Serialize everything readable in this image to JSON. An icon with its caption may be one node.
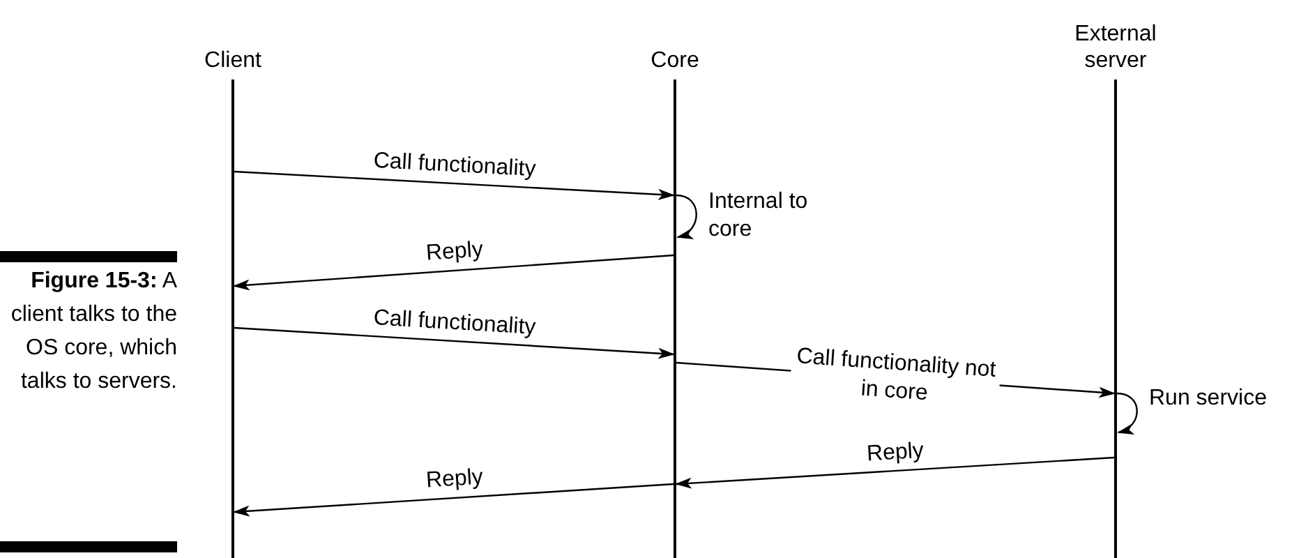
{
  "diagram": {
    "caption": "**Figure 15-3:** A client talks to the OS core, which talks to servers.",
    "nodes": [
      {
        "text": [
          "Client"
        ]
      },
      {
        "text": [
          "Core"
        ]
      },
      {
        "text": [
          "External server"
        ]
      }
    ],
    "edges": [
      {
        "from": 0,
        "to": 1,
        "arrow": "to",
        "label": "Call functionality"
      },
      {
        "from": 1,
        "to": 1,
        "arrow": "to",
        "label": "Internal to core"
      },
      {
        "from": 1,
        "to": 0,
        "arrow": "to",
        "label": "Reply"
      },
      {
        "from": 0,
        "to": 1,
        "arrow": "to",
        "label": "Call functionality"
      },
      {
        "from": 1,
        "to": 2,
        "arrow": "to",
        "label": "Call functionality not in core"
      },
      {
        "from": 2,
        "to": 2,
        "arrow": "to",
        "label": "Run service"
      },
      {
        "from": 2,
        "to": 1,
        "arrow": "to",
        "label": "Reply"
      },
      {
        "from": 1,
        "to": 0,
        "arrow": "to",
        "label": "Reply"
      }
    ]
  }
}
